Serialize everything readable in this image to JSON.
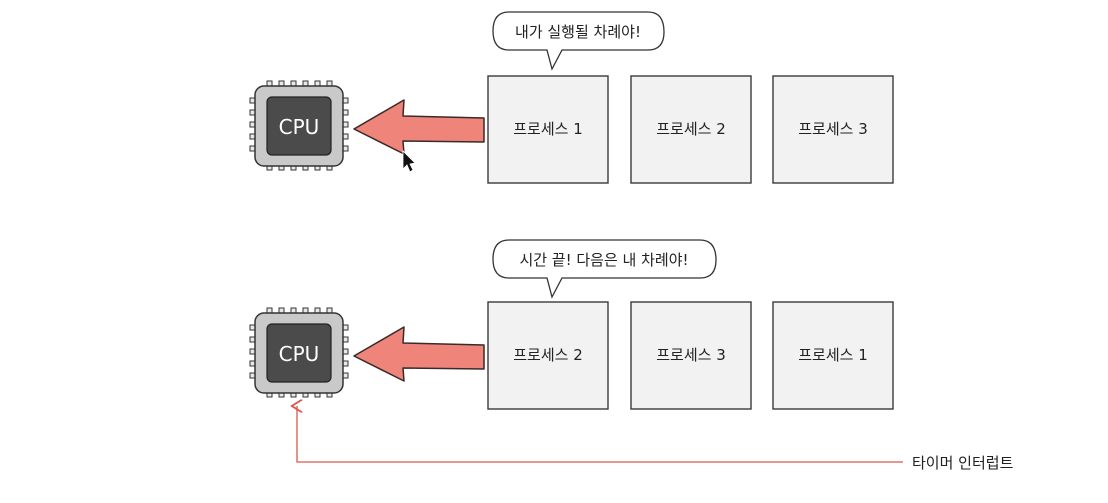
{
  "rows": [
    {
      "cpu_label": "CPU",
      "bubble_text": "내가 실행될 차례야!",
      "processes": [
        "프로세스 1",
        "프로세스 2",
        "프로세스 3"
      ]
    },
    {
      "cpu_label": "CPU",
      "bubble_text": "시간 끝! 다음은 내 차례야!",
      "processes": [
        "프로세스 2",
        "프로세스 3",
        "프로세스 1"
      ]
    }
  ],
  "timer_interrupt_label": "타이머 인터럽트",
  "colors": {
    "arrow": "#ef857a",
    "timer_line": "#d9574c",
    "cpu_body": "#c9c9c9",
    "cpu_core": "#4b4b4b",
    "process_box": "#f2f2f2"
  },
  "icons": [
    "cpu-icon",
    "mouse-pointer-icon"
  ]
}
